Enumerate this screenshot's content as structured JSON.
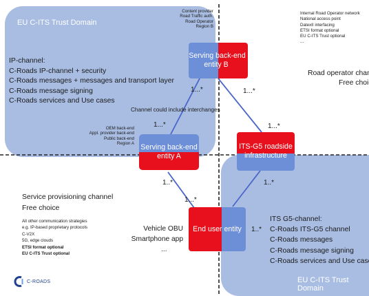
{
  "top_domain": {
    "title": "EU C-ITS Trust Domain"
  },
  "bottom_domain": {
    "title": "EU C-ITS Trust Domain"
  },
  "b_entity_list": [
    "Content provider",
    "Road Traffic auth.",
    "Road Operator",
    "Region B"
  ],
  "a_entity_list": [
    "OEM back-end",
    "Appl. provider back-end",
    "Public back-end",
    "Region A"
  ],
  "ip_channel": {
    "heading": "IP-channel:",
    "items": [
      "C-Roads IP-channel + security",
      "C-Roads messages + messages and transport layer",
      "C-Roads  message signing",
      "C-Roads services and Use cases"
    ]
  },
  "road_operator_list": [
    "Internal Road Operator network",
    "National access point",
    "DatexII interfacing",
    "ETSI format optional",
    "EU C-ITS Trust optional",
    "..."
  ],
  "road_operator_channel": {
    "line1": "Road operator channel",
    "line2": "Free choice"
  },
  "service_channel": {
    "line1": "Service provisioning channel",
    "line2": "Free choice",
    "details": [
      "All other communication strategies",
      "e.g. IP-based proprietary protocols",
      "C-V2X",
      "5G, edge clouds"
    ],
    "bold_details": [
      "ETSI format optional",
      "EU C-ITS Trust optional"
    ]
  },
  "its_g5_channel": {
    "heading": "ITS G5-channel:",
    "items": [
      "C-Roads ITS-G5 channel",
      "C-Roads messages",
      "C-Roads message signing",
      "C-Roads services and Use cases"
    ]
  },
  "boxes": {
    "backend_b": {
      "line1": "Serving back-end",
      "line2": "entity B"
    },
    "backend_a": {
      "line1": "Serving back-end",
      "line2": "entity A"
    },
    "roadside": {
      "line1": "ITS-G5 roadside",
      "line2": "infrastructure"
    },
    "end_user": {
      "label": "End user entity"
    }
  },
  "vehicle_list": [
    "Vehicle OBU",
    "Smartphone app",
    "..."
  ],
  "interchange_note": "Channel could include interchanges",
  "multiplicities": {
    "b_to_a_top": "1...*",
    "b_to_rs_top": "1...*",
    "a_top": "1...*",
    "rs_top": "1...*",
    "a_bottom": "1..*",
    "eu_top": "1...*",
    "rs_bottom": "1..*",
    "eu_right": "1..*"
  },
  "logo": {
    "text": "C-ROADS"
  },
  "colors": {
    "domain_blue": "#a9bde3",
    "box_blue": "#6d8fd8",
    "box_red": "#e8101c",
    "line_blue": "#4a66c8"
  }
}
